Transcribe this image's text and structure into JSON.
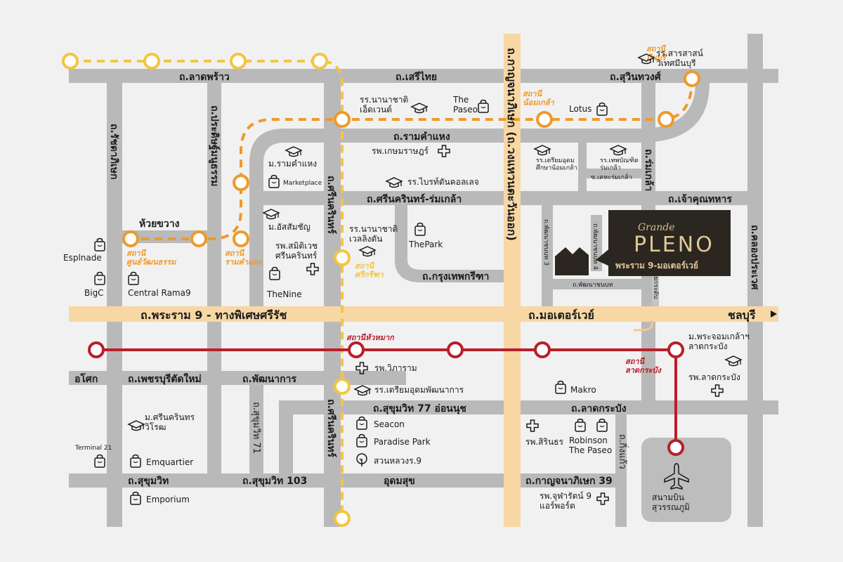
{
  "colors": {
    "background": "#f1f1f1",
    "road": "#b9b9b9",
    "highway": "#f7d7a4",
    "orange_line": "#ee9a2a",
    "yellow_line": "#f4c542",
    "red_line": "#b81f2a",
    "project": "#2b2620",
    "gold": "#d7be8e"
  },
  "roads": {
    "lat_phrao": "ถ.ลาดพร้าว",
    "seri_thai": "ถ.เสรีไทย",
    "suwinthawong": "ถ.สุวินทวงศ์",
    "ramkhamhaeng": "ถ.รามคำแหง",
    "srinakarin_romklao": "ถ.ศรีนครินทร์-ร่มเกล้า",
    "chao_khun_thahan": "ถ.เจ้าคุณทหาร",
    "huai_khwang": "ห้วยขวาง",
    "krungthep_kreetha": "ถ.กรุงเทพกรีฑา",
    "rama9": "ถ.พระราม 9 - ทางพิเศษศรีรัช",
    "motorway": "ถ.มอเตอร์เวย์",
    "chonburi": "ชลบุรี",
    "asok": "อโศก",
    "phetchaburi": "ถ.เพชรบุรีตัดใหม่",
    "phatthanakan": "ถ.พัฒนาการ",
    "sukhumvit77": "ถ.สุขุมวิท 77 อ่อนนุช",
    "lat_krabang": "ถ.ลาดกระบัง",
    "sukhumvit": "ถ.สุขุมวิท",
    "sukhumvit103": "ถ.สุขุมวิท 103",
    "udomsuk": "อุดมสุข",
    "kanchanaphisek39": "ถ.กาญจนาภิเษก 39",
    "ratchadaphisek": "ถ.รัชดาภิเษก",
    "pracha_uthit": "ถ.ประดิษฐ์มนูธรรม",
    "srinakarin_north": "ถ.ศรีนครินทร์",
    "srinakarin_south": "ถ.ศรีนครินทร์",
    "sukhumvit71": "ถ.สุขุมวิท 71",
    "kanchanaphisek_ring": "ถ.กาญจนาภิเษก (ถ.วงแหวนตะวันออก)",
    "romklao": "ถ.ร่มเกล้า",
    "pattanachonnabot3": "ถ.พัฒนาชนบท 3",
    "pattanachonnabot4": "ถ.พัฒนาชนบท 4",
    "pattanachonnabot": "ถ.พัฒนาชนบท",
    "khlong_prawet": "ถ.คลองประเวศ",
    "romklao_soi": "ซ.เคหะร่มเกล้า",
    "kingkaew": "ถ.กิ่งแก้ว",
    "access_road": "ทางยกระดับ"
  },
  "stations": {
    "min_buri": "สถานี\nมีนบุรี",
    "nom_klao": "สถานี\nน้อมเกล้า",
    "cultural_center": "สถานี\nศูนย์วัฒนธรรม",
    "ramkhamhaeng": "สถานี\nรามคำแหง",
    "srikreetha": "สถานี\nศรีกรีฑา",
    "hua_mak": "สถานีหัวหมาก",
    "lat_krabang": "สถานี\nลาดกระบัง"
  },
  "places": {
    "sarasas": "รร.สารสาสน์\nวิเทศมีนบุรี",
    "intl_advent": "รร.นานาชาติ\nเอ็ดเวนต์",
    "the_paseo": "The\nPaseo",
    "lotus": "Lotus",
    "ramkhamhaeng_uni": "ม.รามคำแหง",
    "marketplace": "Marketplace",
    "kasemrad": "รพ.เกษมราษฎร์",
    "triam_nom_klao": "รร.เตรียมอุดม\nศึกษาน้อมเกล้า",
    "bandit_romklao": "รร.เทพบัณฑิต\nร่มเกล้า",
    "bright_college": "รร.ไบรท์ตันคอลเลจ",
    "assumption": "ม.อัสสัมชัญ",
    "samitivej": "รพ.สมิติเวช\nศรีนครินทร์",
    "wellington": "รร.นานาชาติ\nเวลลิงตัน",
    "the_park": "ThePark",
    "the_nine": "TheNine",
    "esplanade": "Esplnade",
    "bigc": "BigC",
    "central_rama9": "Central Rama9",
    "vibharam": "รพ.วิภาราม",
    "triam_pattanakarn": "รร.เตรียมอุดมพัฒนาการ",
    "makro": "Makro",
    "kmitl": "ม.พระจอมเกล้าฯ\nลาดกระบัง",
    "lat_krabang_hosp": "รพ.ลาดกระบัง",
    "srinakarin_uni": "ม.ศรีนครินทร\nวิโรฒ",
    "terminal21": "Terminal 21",
    "emquartier": "Emquartier",
    "emporium": "Emporium",
    "seacon": "Seacon",
    "paradise_park": "Paradise Park",
    "suan_luang": "สวนหลวงร.9",
    "sirindhorn": "รพ.สิรินธร",
    "robinson": "Robinson\nThe Paseo",
    "chulabhorn": "รพ.จุฬารัตน์ 9\nแอร์พอร์ต",
    "airport": "สนามบิน\nสุวรรณภูมิ"
  },
  "project": {
    "brand_line1": "Grande",
    "brand_line2": "PLENO",
    "subtitle": "พระราม 9-มอเตอร์เวย์"
  },
  "icons": {
    "school": "graduation-cap-icon",
    "shop": "shopping-bag-icon",
    "hospital": "hospital-cross-icon",
    "park": "tree-icon",
    "airport": "airplane-icon"
  }
}
